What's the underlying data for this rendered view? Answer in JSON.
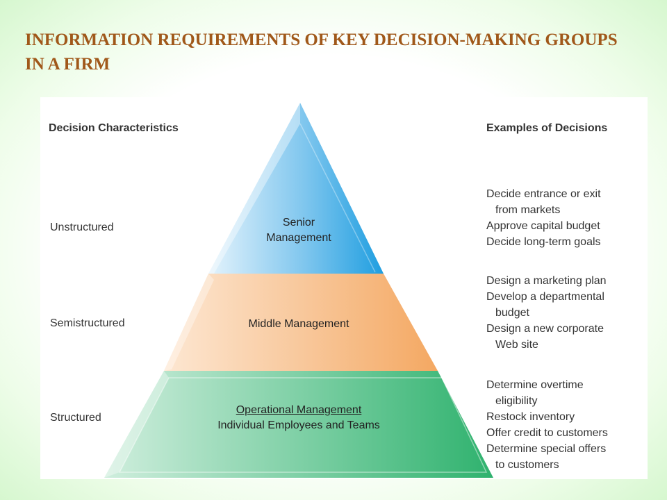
{
  "title": "INFORMATION REQUIREMENTS OF KEY DECISION-MAKING GROUPS IN A FIRM",
  "headers": {
    "left": "Decision Characteristics",
    "right": "Examples of Decisions"
  },
  "characteristics": [
    "Unstructured",
    "Semistructured",
    "Structured"
  ],
  "tiers": {
    "senior": {
      "line1": "Senior",
      "line2": "Management"
    },
    "middle": {
      "label": "Middle Management"
    },
    "operational": {
      "line1": "Operational Management",
      "line2": "Individual Employees and Teams"
    }
  },
  "examples": {
    "senior": [
      {
        "text": "Decide entrance or exit",
        "cont": false
      },
      {
        "text": "from markets",
        "cont": true
      },
      {
        "text": "Approve capital budget",
        "cont": false
      },
      {
        "text": "Decide long-term goals",
        "cont": false
      }
    ],
    "middle": [
      {
        "text": "Design a marketing plan",
        "cont": false
      },
      {
        "text": "Develop a departmental",
        "cont": false
      },
      {
        "text": "budget",
        "cont": true
      },
      {
        "text": "Design a new corporate",
        "cont": false
      },
      {
        "text": "Web site",
        "cont": true
      }
    ],
    "operational": [
      {
        "text": "Determine overtime",
        "cont": false
      },
      {
        "text": "eligibility",
        "cont": true
      },
      {
        "text": "Restock inventory",
        "cont": false
      },
      {
        "text": "Offer credit to customers",
        "cont": false
      },
      {
        "text": "Determine special offers",
        "cont": false
      },
      {
        "text": "to customers",
        "cont": true
      }
    ]
  },
  "colors": {
    "title": "#a0581a",
    "senior": "#3aa8e0",
    "middle": "#f5b478",
    "operational": "#3cb878"
  }
}
